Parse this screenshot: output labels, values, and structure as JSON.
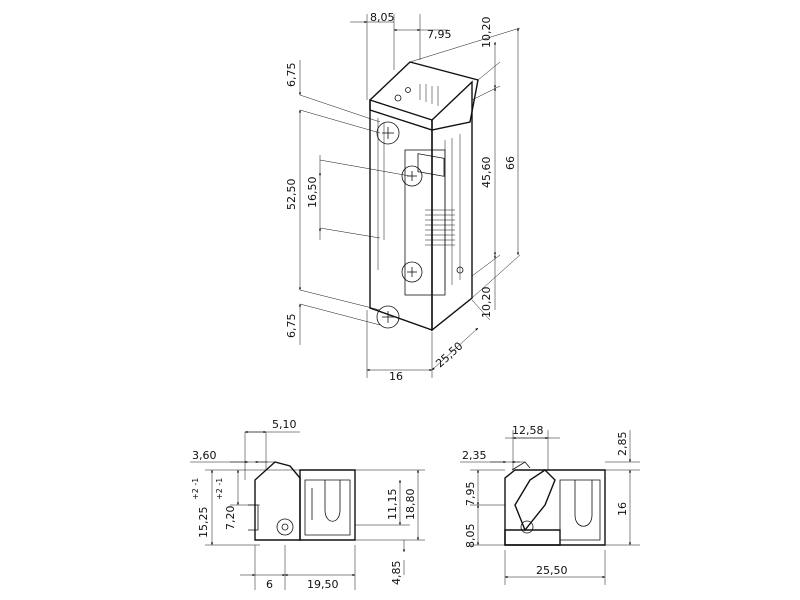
{
  "drawing": {
    "main_view": {
      "top_left_width": "8,05",
      "top_right_width": "7,95",
      "top_offset": "10,20",
      "upper_screw_offset": "6,75",
      "screw_spacing": "52,50",
      "latch_height": "16,50",
      "inner_height": "45,60",
      "total_height": "66",
      "bottom_offset": "10,20",
      "lower_screw_offset": "6,75",
      "front_width": "16",
      "depth": "25,50"
    },
    "section_left": {
      "top_width": "5,10",
      "left_offset": "3,60",
      "latch_depth": "7,20",
      "latch_tol": "+2 -1",
      "total_height": "15,25",
      "total_tol": "+2 -1",
      "mid_height": "11,15",
      "body_height": "18,80",
      "base_offset": "6",
      "base_width": "19,50",
      "bottom_offset": "4,85"
    },
    "section_right": {
      "top_width": "12,58",
      "left_offset": "2,35",
      "upper_height": "7,95",
      "lower_height": "8,05",
      "top_offset": "2,85",
      "body_height": "16",
      "base_width": "25,50"
    }
  }
}
